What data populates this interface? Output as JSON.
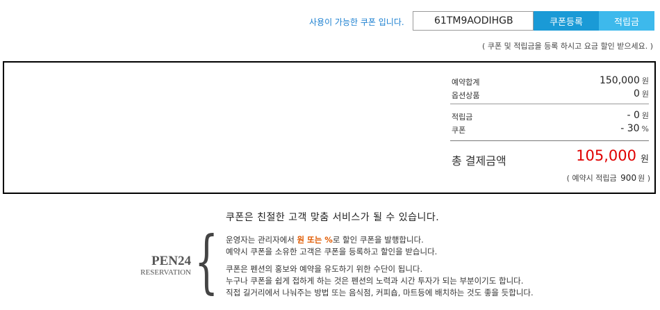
{
  "coupon": {
    "available_message": "사용이 가능한 쿠폰 입니다.",
    "code_value": "61TM9AODIHGB",
    "register_label": "쿠폰등록",
    "points_label": "적립금",
    "hint": "( 쿠폰 및 적립금을 등록 하시고 요금 할인 받으세요. )"
  },
  "summary": {
    "reservation_total_label": "예약합계",
    "reservation_total_value": "150,000",
    "option_label": "옵션상품",
    "option_value": "0",
    "points_label": "적립금",
    "points_value": "- 0",
    "coupon_label": "쿠폰",
    "coupon_value": "- 30",
    "won_unit": "원",
    "percent_unit": "%",
    "total_label": "총 결제금액",
    "total_value": "105,000",
    "reserve_points_prefix": "( 예약시 적립금",
    "reserve_points_value": "900",
    "reserve_points_suffix": "원 )"
  },
  "info": {
    "heading": "쿠폰은 친절한 고객 맞춤 서비스가 될 수 있습니다.",
    "brand_name": "PEN24",
    "brand_sub": "RESERVATION",
    "brace_glyph": "{",
    "line1_a": "운영자는 관리자에서 ",
    "line1_highlight": "원 또는 %",
    "line1_b": "로 할인 쿠폰을 발행합니다.",
    "line2": "예약시 쿠폰을 소유한 고객은 쿠폰을 등록하고 할인을 받습니다.",
    "line3": "쿠폰은 펜션의 홍보와 예약을 유도하기 위한 수단이 됩니다.",
    "line4": "누구나 쿠폰을 쉽게 접하게 하는 것은 펜션의 노력과 시간 투자가 되는 부분이기도 합니다.",
    "line5": "직접 길거리에서 나눠주는 방법 또는 음식점, 커피숍, 마트등에 배치하는 것도 좋을 듯합니다."
  },
  "colors": {
    "register_button": "#1a9ad6",
    "points_button": "#3db9ec",
    "message_blue": "#1a7fd0",
    "total_red": "#e00000",
    "highlight_orange": "#e05a00"
  }
}
